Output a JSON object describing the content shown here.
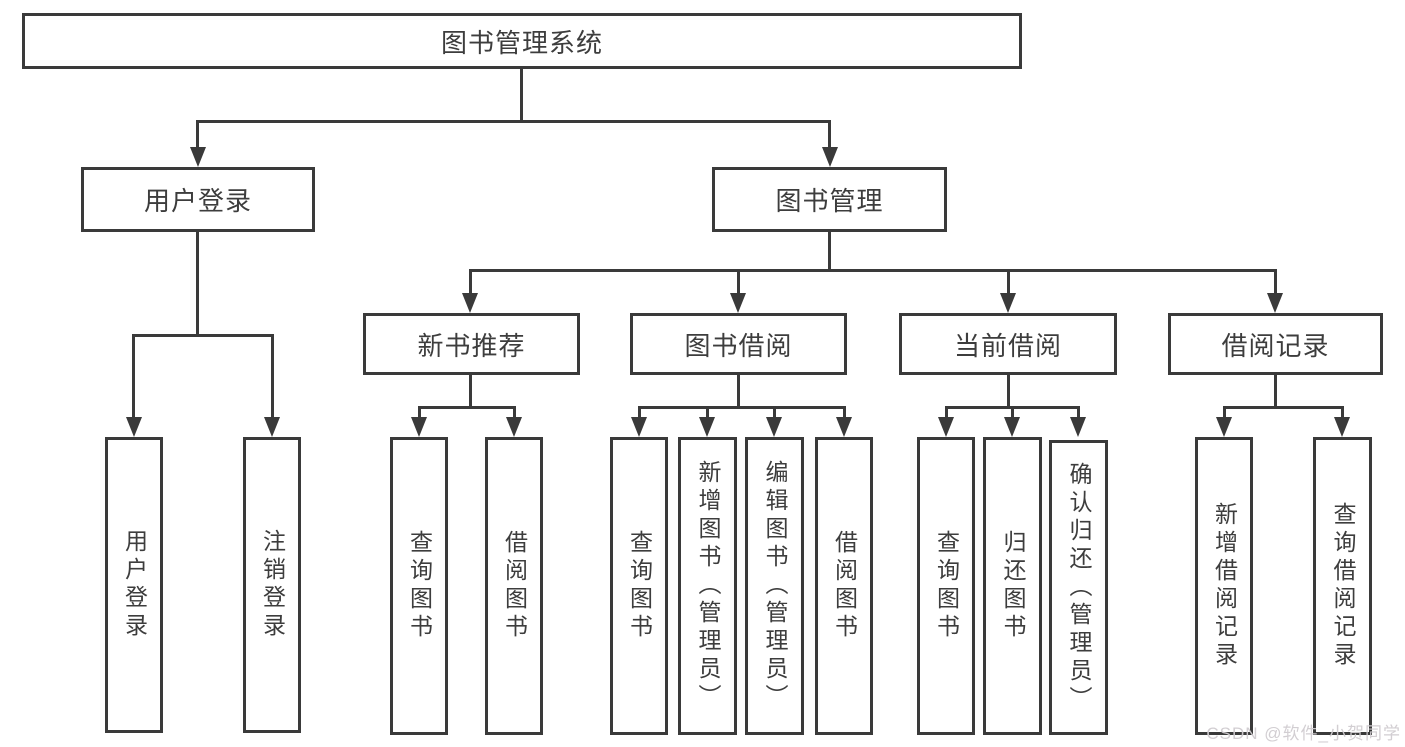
{
  "title": "图书管理系统",
  "branches": {
    "user": {
      "label": "用户登录",
      "children": [
        "用户登录",
        "注销登录"
      ]
    },
    "book": {
      "label": "图书管理",
      "sections": [
        {
          "label": "新书推荐",
          "children": [
            "查询图书",
            "借阅图书"
          ]
        },
        {
          "label": "图书借阅",
          "children": [
            "查询图书",
            "新增图书（管理员）",
            "编辑图书（管理员）",
            "借阅图书"
          ]
        },
        {
          "label": "当前借阅",
          "children": [
            "查询图书",
            "归还图书",
            "确认归还（管理员）"
          ]
        },
        {
          "label": "借阅记录",
          "children": [
            "新增借阅记录",
            "查询借阅记录"
          ]
        }
      ]
    }
  },
  "watermark": "CSDN @软件_小贺同学",
  "colors": {
    "line": "#3a3a3a",
    "text": "#3d3d3d",
    "background": "#ffffff",
    "watermark": "#d0cbd0"
  }
}
